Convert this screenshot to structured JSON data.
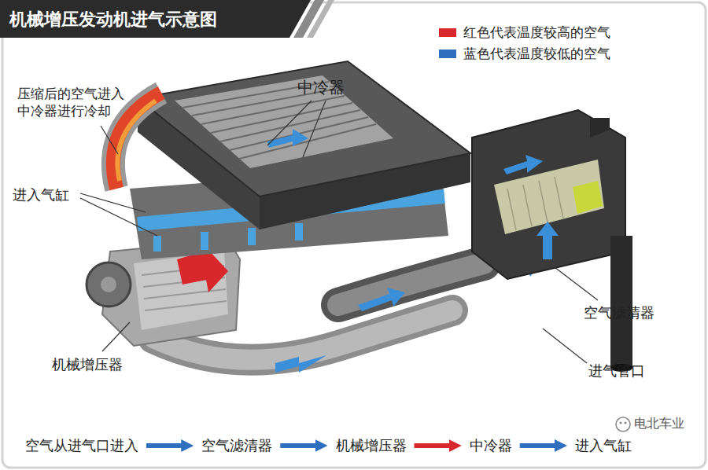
{
  "diagram": {
    "title": "机械增压发动机进气示意图",
    "nodes": [
      {
        "text": [
          "空气从进气口进入"
        ]
      },
      {
        "text": [
          "空气滤清器"
        ]
      },
      {
        "text": [
          "机械增压器"
        ]
      },
      {
        "text": [
          "中冷器"
        ]
      },
      {
        "text": [
          "进入气缸"
        ]
      }
    ],
    "edges": [
      {
        "from": 0,
        "to": 1,
        "arrow": "to"
      },
      {
        "from": 1,
        "to": 2,
        "arrow": "to"
      },
      {
        "from": 2,
        "to": 3,
        "arrow": "to"
      },
      {
        "from": 3,
        "to": 4,
        "arrow": "to"
      }
    ],
    "labels": [
      "压缩后的空气进入 中冷器进行冷却",
      "中冷器",
      "进入气缸",
      "空气滤清器",
      "机械增压器",
      "进气管口",
      "电北车业"
    ],
    "legend": [
      {
        "text": "红色代表温度较高的空气",
        "color": "#d8282c"
      },
      {
        "text": "蓝色代表温度较低的空气",
        "color": "#2f6fc0"
      }
    ]
  }
}
